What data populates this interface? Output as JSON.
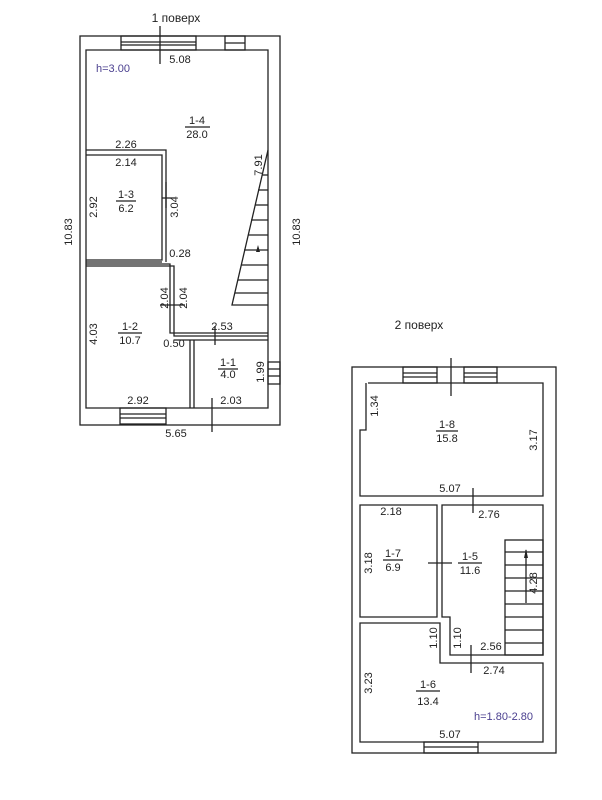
{
  "floor1": {
    "title": "1 поверх",
    "height": "h=3.00",
    "rooms": [
      {
        "id": "1-4",
        "area": "28.0"
      },
      {
        "id": "1-3",
        "area": "6.2"
      },
      {
        "id": "1-2",
        "area": "10.7"
      },
      {
        "id": "1-1",
        "area": "4.0"
      }
    ],
    "dims": {
      "top": "5.08",
      "left_total": "10.83",
      "right_total": "10.83",
      "bottom": "5.65",
      "d226": "2.26",
      "d214": "2.14",
      "d292a": "2.92",
      "d304": "3.04",
      "d791": "7.91",
      "d028": "0.28",
      "d204a": "2.04",
      "d204b": "2.04",
      "d403": "4.03",
      "d253": "2.53",
      "d050": "0.50",
      "d199": "1.99",
      "d292b": "2.92",
      "d203": "2.03"
    }
  },
  "floor2": {
    "title": "2 поверх",
    "height": "h=1.80-2.80",
    "rooms": [
      {
        "id": "1-8",
        "area": "15.8"
      },
      {
        "id": "1-7",
        "area": "6.9"
      },
      {
        "id": "1-5",
        "area": "11.6"
      },
      {
        "id": "1-6",
        "area": "13.4"
      }
    ],
    "dims": {
      "d134": "1.34",
      "d317": "3.17",
      "d507a": "5.07",
      "d218": "2.18",
      "d276": "2.76",
      "d318": "3.18",
      "d428": "4.28",
      "d110a": "1.10",
      "d110b": "1.10",
      "d256": "2.56",
      "d274": "2.74",
      "d323": "3.23",
      "d507b": "5.07"
    }
  }
}
